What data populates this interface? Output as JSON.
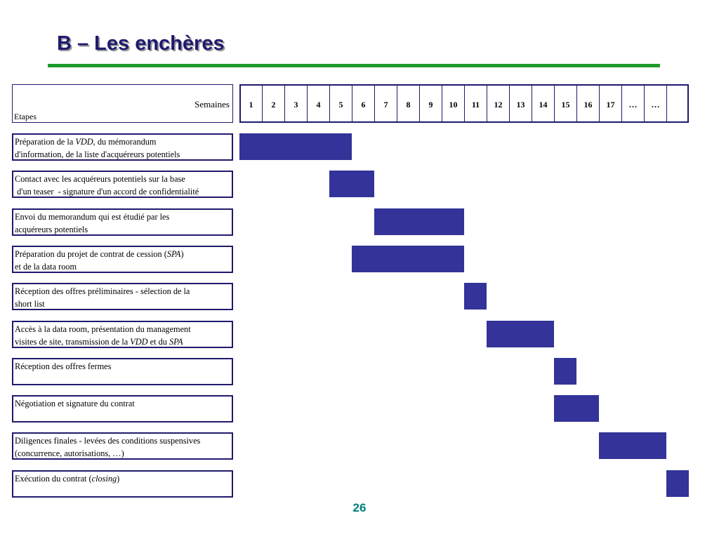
{
  "title": "B – Les enchères",
  "page_number": "26",
  "colors": {
    "title": "#1f1a6e",
    "rule": "#1e9a2a",
    "bar": "#333399",
    "border": "#1f1a6e",
    "page_number": "#007f7f"
  },
  "header": {
    "weeks_label": "Semaines",
    "steps_label": "Etapes"
  },
  "chart_data": {
    "type": "bar",
    "orientation": "horizontal",
    "categories": [
      "1",
      "2",
      "3",
      "4",
      "5",
      "6",
      "7",
      "8",
      "9",
      "10",
      "11",
      "12",
      "13",
      "14",
      "15",
      "16",
      "17",
      "…",
      "…",
      ""
    ],
    "steps": [
      {
        "lines": [
          [
            "Préparation de la ",
            {
              "i": "VDD"
            },
            ", du mémorandum"
          ],
          [
            "d'information, de la liste d'acquéreurs potentiels"
          ]
        ],
        "start": 1,
        "end": 5
      },
      {
        "lines": [
          [
            "Contact avec les acquéreurs potentiels sur la base"
          ],
          [
            " d'un teaser  - signature d'un accord de confidentialité"
          ]
        ],
        "start": 5,
        "end": 6
      },
      {
        "lines": [
          [
            "Envoi du memorandum qui est étudié par les"
          ],
          [
            "acquéreurs potentiels"
          ]
        ],
        "start": 7,
        "end": 10
      },
      {
        "lines": [
          [
            "Préparation du projet de contrat de cession (",
            {
              "i": "SPA"
            },
            ")"
          ],
          [
            "et de la data room"
          ]
        ],
        "start": 6,
        "end": 10
      },
      {
        "lines": [
          [
            "Réception des offres préliminaires - sélection de la"
          ],
          [
            "short list"
          ]
        ],
        "start": 11,
        "end": 11
      },
      {
        "lines": [
          [
            "Accès à la data room, présentation du management"
          ],
          [
            "visites de site, transmission de la ",
            {
              "i": "VDD"
            },
            " et du ",
            {
              "i": "SPA"
            }
          ]
        ],
        "start": 12,
        "end": 14
      },
      {
        "lines": [
          [
            "Réception des offres fermes"
          ]
        ],
        "start": 15,
        "end": 15
      },
      {
        "lines": [
          [
            "Négotiation et signature du contrat"
          ]
        ],
        "start": 15,
        "end": 16
      },
      {
        "lines": [
          [
            "Diligences finales - levées des conditions suspensives"
          ],
          [
            "(concurrence, autorisations, …)"
          ]
        ],
        "start": 17,
        "end": 19
      },
      {
        "lines": [
          [
            "Exécution du contrat (",
            {
              "i": "closing"
            },
            ")"
          ]
        ],
        "start": 20,
        "end": 20
      }
    ]
  }
}
